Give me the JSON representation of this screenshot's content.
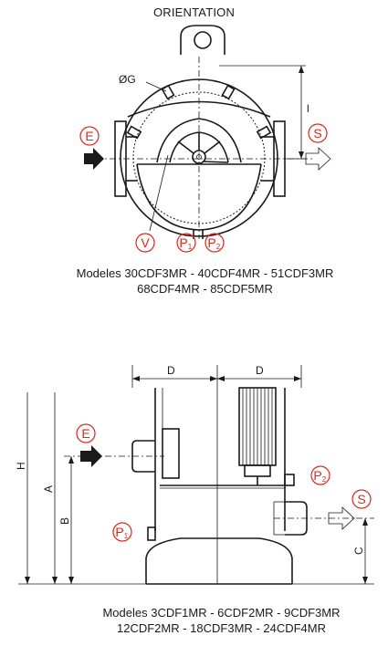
{
  "title": "ORIENTATION",
  "top_view": {
    "labels": {
      "g": "ØG",
      "l": "l",
      "e": "E",
      "s": "S",
      "v": "V",
      "p": "P",
      "p1_sub": "1",
      "p2_sub": "2"
    },
    "caption_lines": [
      "Modeles 30CDF3MR - 40CDF4MR - 51CDF3MR",
      "68CDF4MR - 85CDF5MR"
    ]
  },
  "side_view": {
    "labels": {
      "d_left": "D",
      "d_right": "D",
      "h": "H",
      "a": "A",
      "b": "B",
      "c": "C",
      "e": "E",
      "s": "S",
      "p": "P",
      "p1_sub": "1",
      "p2_sub": "2"
    },
    "caption_lines": [
      "Modeles 3CDF1MR - 6CDF2MR - 9CDF3MR",
      "12CDF2MR - 18CDF3MR - 24CDF4MR"
    ]
  },
  "colors": {
    "accent": "#e2231a",
    "line": "#1a1a1a"
  }
}
